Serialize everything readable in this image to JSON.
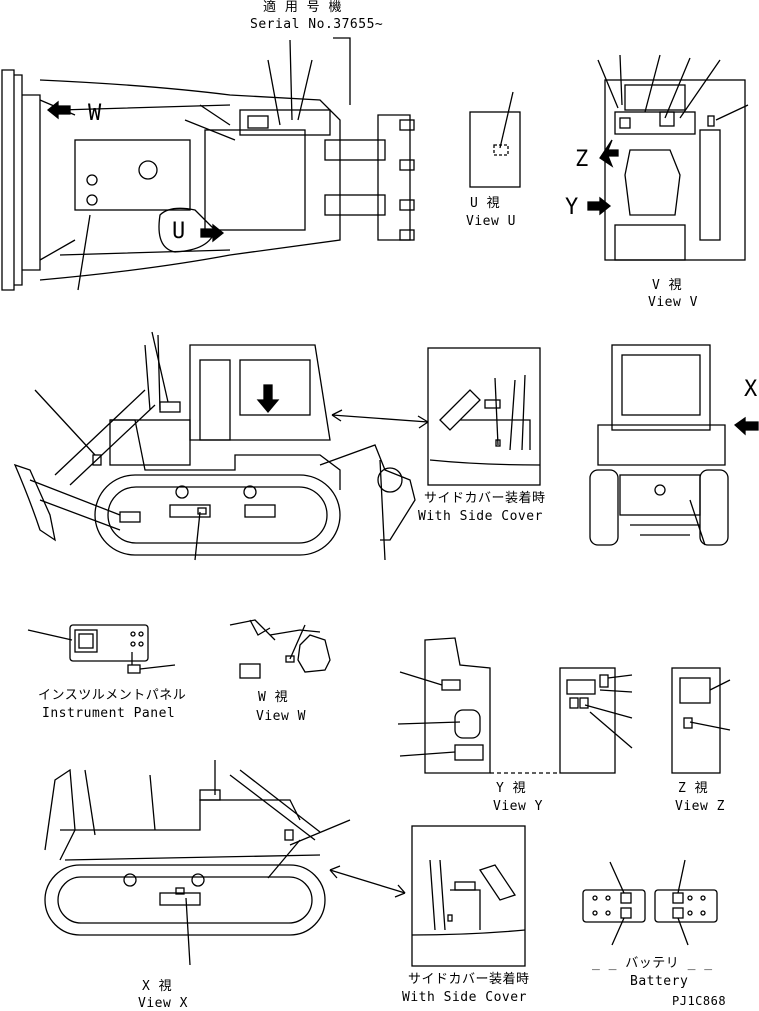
{
  "header": {
    "serial_jp": "適 用 号 機",
    "serial_en": "Serial No.37655~"
  },
  "views": {
    "u": {
      "jp": "U  視",
      "en": "View U",
      "letter": "U"
    },
    "v": {
      "jp": "V  視",
      "en": "View V"
    },
    "w": {
      "jp": "W  視",
      "en": "View W",
      "letter": "W"
    },
    "x": {
      "jp": "X  視",
      "en": "View X",
      "letter": "X"
    },
    "y": {
      "jp": "Y  視",
      "en": "View Y",
      "letter": "Y"
    },
    "z": {
      "jp": "Z  視",
      "en": "View Z",
      "letter": "Z"
    }
  },
  "side_cover_1": {
    "jp": "サイドカバー装着時",
    "en": "With Side Cover"
  },
  "side_cover_2": {
    "jp": "サイドカバー装着時",
    "en": "With Side Cover"
  },
  "instrument_panel": {
    "jp": "インスツルメントパネル",
    "en": "Instrument Panel"
  },
  "battery": {
    "jp": "_ _ バッテリ _ _",
    "en": "Battery"
  },
  "drawing_code": "PJ1C868"
}
